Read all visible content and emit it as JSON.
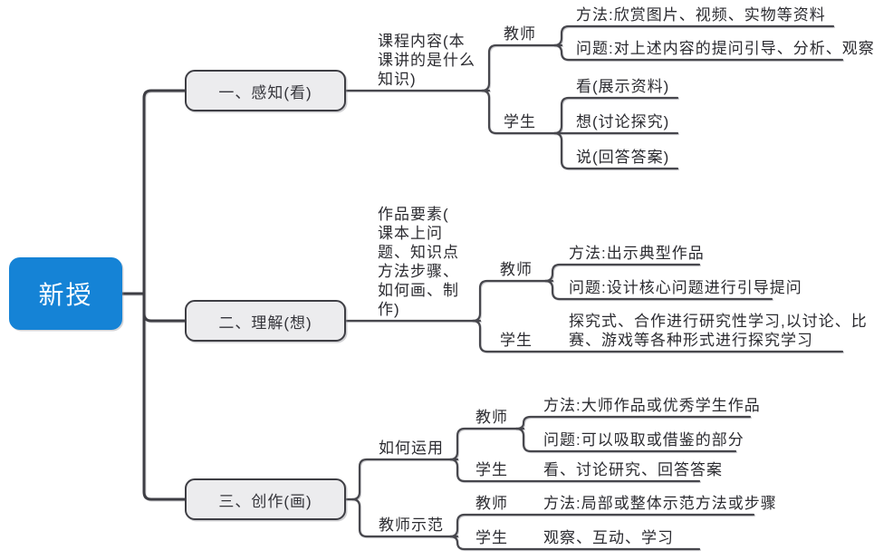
{
  "colors": {
    "root_bg": "#1583d6",
    "branch_bg": "#ececee",
    "line_main": "#3e3e44",
    "line_sub": "#47474d",
    "text": "#2b2b30"
  },
  "root": {
    "label": "新授"
  },
  "branches": [
    {
      "label": "一、感知(看)",
      "topic": "课程内容(本\n课讲的是什么\n知识)",
      "teacher": "教师",
      "student": "学生",
      "teacher_items": [
        "方法:欣赏图片、视频、实物等资料",
        "问题:对上述内容的提问引导、分析、观察"
      ],
      "student_items": [
        "看(展示资料)",
        "想(讨论探究)",
        "说(回答答案)"
      ]
    },
    {
      "label": "二、理解(想)",
      "topic": "作品要素(\n课本上问\n题、知识点\n方法步骤、\n如何画、制\n作)",
      "teacher": "教师",
      "student": "学生",
      "teacher_items": [
        "方法:出示典型作品",
        "问题:设计核心问题进行引导提问"
      ],
      "student_items": [
        "探究式、合作进行研究性学习,以讨论、比\n赛、游戏等各种形式进行探究学习"
      ]
    },
    {
      "label": "三、创作(画)",
      "subs": [
        {
          "topic": "如何运用",
          "teacher": "教师",
          "student": "学生",
          "teacher_items": [
            "方法:大师作品或优秀学生作品",
            "问题:可以吸取或借鉴的部分"
          ],
          "student_items": [
            "看、讨论研究、回答答案"
          ]
        },
        {
          "topic": "教师示范",
          "teacher": "教师",
          "student": "学生",
          "teacher_items": [
            "方法:局部或整体示范方法或步骤"
          ],
          "student_items": [
            "观察、互动、学习"
          ]
        }
      ]
    }
  ]
}
